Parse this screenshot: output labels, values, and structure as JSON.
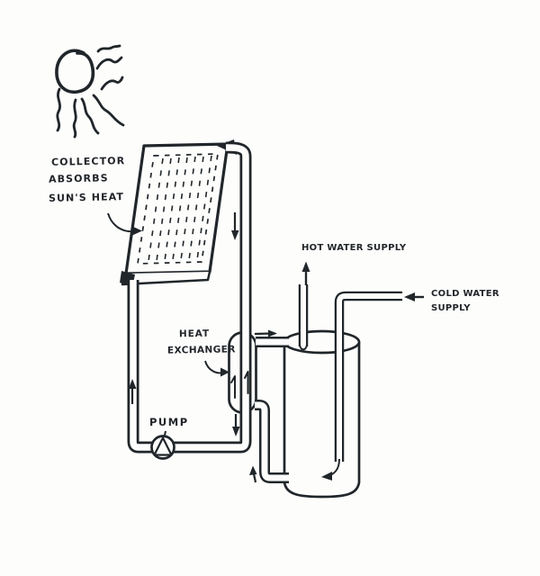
{
  "canvas": {
    "background": "#fdfdfc",
    "ink_color": "#20262a"
  },
  "labels": {
    "collector_note": {
      "line1": "COLLECTOR",
      "line2": "ABSORBS",
      "line3": "SUN'S HEAT"
    },
    "heat_exchanger": {
      "line1": "HEAT",
      "line2": "EXCHANGER"
    },
    "pump": "PUMP",
    "hot_water_supply": "HOT WATER SUPPLY",
    "cold_water_supply": {
      "line1": "COLD WATER",
      "line2": "SUPPLY"
    }
  },
  "components": [
    "sun-icon",
    "solar-collector-panel",
    "collector-loop-pipe",
    "circulation-pump",
    "heat-exchanger",
    "storage-tank",
    "hot-water-supply-pipe",
    "cold-water-supply-pipe",
    "flow-direction-arrows"
  ]
}
